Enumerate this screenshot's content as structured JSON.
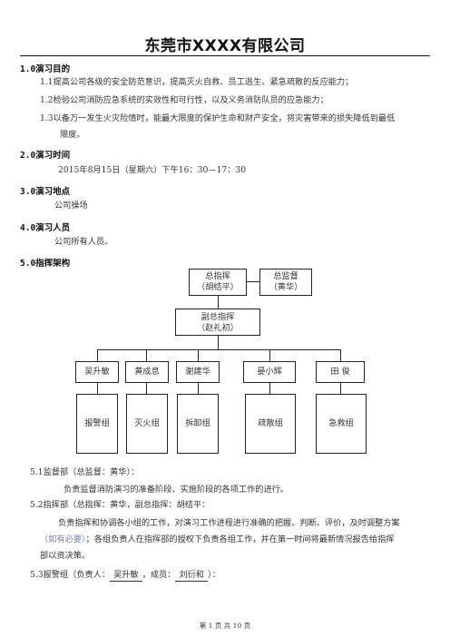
{
  "title": "东莞市XXXX有限公司",
  "sections": {
    "s1": {
      "heading": "1.0演习目的",
      "items": [
        "1.1提高公司各级的安全防范意识，提高灭火自救、员工逃生、紧急疏散的反应能力；",
        "1.2检验公司消防应急系统的实效性和可行性，以及义务消防队员的应急能力；",
        "1.3以备万一发生火灾险情时，能最大限度的保护生命和财产安全，将灾害带来的损失降低到最低",
        "限度。"
      ]
    },
    "s2": {
      "heading": "2.0演习时间",
      "text": "2015年8月15日（星期六）下午16：30—17：30"
    },
    "s3": {
      "heading": "3.0演习地点",
      "text": "公司操场"
    },
    "s4": {
      "heading": "4.0演习人员",
      "text": "公司所有人员。"
    },
    "s5": {
      "heading": "5.0指挥架构"
    }
  },
  "org": {
    "chief": {
      "title": "总指挥",
      "name": "（胡结平）"
    },
    "supervisor": {
      "title": "总监督",
      "name": "（黄华）"
    },
    "deputy": {
      "title": "副总指挥",
      "name": "（赵礼初）"
    },
    "leaders": [
      "吴升敏",
      "黄成息",
      "谢建华",
      "晏小辉",
      "田  俊"
    ],
    "groups": [
      "报警组",
      "灭火组",
      "拆卸组",
      "疏散组",
      "急救组"
    ]
  },
  "details": {
    "d51_title": "5.1监督部（总监督：黄华）：",
    "d51_text": "负责监督消防演习的准备阶段、实施阶段的各项工作的进行。",
    "d52_title": "5.2指挥部（总指挥：黄华，副总指挥：胡结平：",
    "d52_text_a": "负责指挥和协调各小组的工作，对演习工作进程进行准确的把握、判断、评价，及时调整方案",
    "d52_note": "（如有必要）",
    "d52_text_b": "；各组负责人在指挥部的授权下负责各组工作，并在第一时间将最新情况报告给指挥",
    "d52_text_c": "部以资决策。",
    "d53_prefix": "5.3报警组（负责人：",
    "d53_leader": "吴升敏",
    "d53_mid": "，成员：",
    "d53_member": "刘衍和",
    "d53_suffix": "）："
  },
  "footer": "第 1 页 共 10 页"
}
